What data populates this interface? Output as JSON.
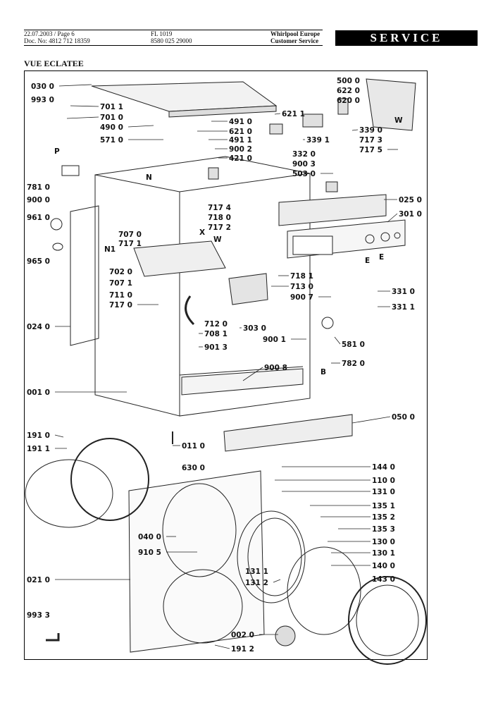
{
  "header": {
    "date_page": "22.07.2003 / Page 6",
    "doc_no": "Doc. No: 4812 712 18359",
    "model": "FL 1019",
    "part_code": "8580 025 29000",
    "company": "Whirlpool Europe",
    "dept": "Customer Service",
    "service": "SERVICE"
  },
  "title": "VUE ECLATEE",
  "labels": [
    {
      "text": "030  0"
    },
    {
      "text": "993  0"
    },
    {
      "text": "701  1"
    },
    {
      "text": "701  0"
    },
    {
      "text": "490  0"
    },
    {
      "text": "571  0"
    },
    {
      "text": "491  0"
    },
    {
      "text": "621  0"
    },
    {
      "text": "491  1"
    },
    {
      "text": "900  2"
    },
    {
      "text": "421  0"
    },
    {
      "text": "621  1"
    },
    {
      "text": "500  0"
    },
    {
      "text": "622  0"
    },
    {
      "text": "620  0"
    },
    {
      "text": "339  0"
    },
    {
      "text": "717  3"
    },
    {
      "text": "717  5"
    },
    {
      "text": "339  1"
    },
    {
      "text": "332  0"
    },
    {
      "text": "900  3"
    },
    {
      "text": "503  0"
    },
    {
      "text": "781  0"
    },
    {
      "text": "900  0"
    },
    {
      "text": "025  0"
    },
    {
      "text": "717  4"
    },
    {
      "text": "718  0"
    },
    {
      "text": "717  2"
    },
    {
      "text": "301  0"
    },
    {
      "text": "961  0"
    },
    {
      "text": "707  0"
    },
    {
      "text": "717  1"
    },
    {
      "text": "965  0"
    },
    {
      "text": "702  0"
    },
    {
      "text": "707  1"
    },
    {
      "text": "711  0"
    },
    {
      "text": "717  0"
    },
    {
      "text": "718  1"
    },
    {
      "text": "713  0"
    },
    {
      "text": "900  7"
    },
    {
      "text": "331  0"
    },
    {
      "text": "331  1"
    },
    {
      "text": "024  0"
    },
    {
      "text": "712  0"
    },
    {
      "text": "708  1"
    },
    {
      "text": "901  3"
    },
    {
      "text": "303  0"
    },
    {
      "text": "900  1"
    },
    {
      "text": "581  0"
    },
    {
      "text": "782  0"
    },
    {
      "text": "900  8"
    },
    {
      "text": "001  0"
    },
    {
      "text": "050  0"
    },
    {
      "text": "191  0"
    },
    {
      "text": "191  1"
    },
    {
      "text": "011  0"
    },
    {
      "text": "630  0"
    },
    {
      "text": "144  0"
    },
    {
      "text": "110  0"
    },
    {
      "text": "131  0"
    },
    {
      "text": "135  1"
    },
    {
      "text": "135  2"
    },
    {
      "text": "135  3"
    },
    {
      "text": "130  0"
    },
    {
      "text": "130  1"
    },
    {
      "text": "040  0"
    },
    {
      "text": "910  5"
    },
    {
      "text": "140  0"
    },
    {
      "text": "131  1"
    },
    {
      "text": "131  2"
    },
    {
      "text": "143  0"
    },
    {
      "text": "021  0"
    },
    {
      "text": "993  3"
    },
    {
      "text": "002  0"
    },
    {
      "text": "191  2"
    }
  ],
  "letters": [
    "P",
    "N",
    "X",
    "W",
    "N1",
    "E",
    "E",
    "B",
    "W"
  ]
}
